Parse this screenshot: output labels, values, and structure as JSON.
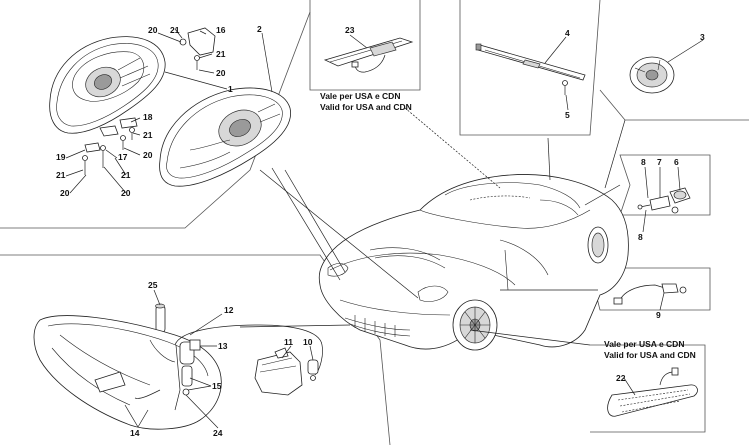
{
  "labels": {
    "l1": "1",
    "l2": "2",
    "l3": "3",
    "l4": "4",
    "l5": "5",
    "l6": "6",
    "l7": "7",
    "l8a": "8",
    "l8b": "8",
    "l9": "9",
    "l10": "10",
    "l11": "11",
    "l12": "12",
    "l13": "13",
    "l14": "14",
    "l15": "15",
    "l16": "16",
    "l17": "17",
    "l18": "18",
    "l19": "19",
    "l20a": "20",
    "l20b": "20",
    "l20c": "20",
    "l20d": "20",
    "l20e": "20",
    "l21a": "21",
    "l21b": "21",
    "l21c": "21",
    "l21d": "21",
    "l21e": "21",
    "l22": "22",
    "l23": "23",
    "l24": "24",
    "l25": "25"
  },
  "notes": {
    "top_it": "Vale per USA e CDN",
    "top_en": "Valid for USA and CDN",
    "bottom_it": "Vale per USA e CDN",
    "bottom_en": "Valid for USA and CDN"
  }
}
